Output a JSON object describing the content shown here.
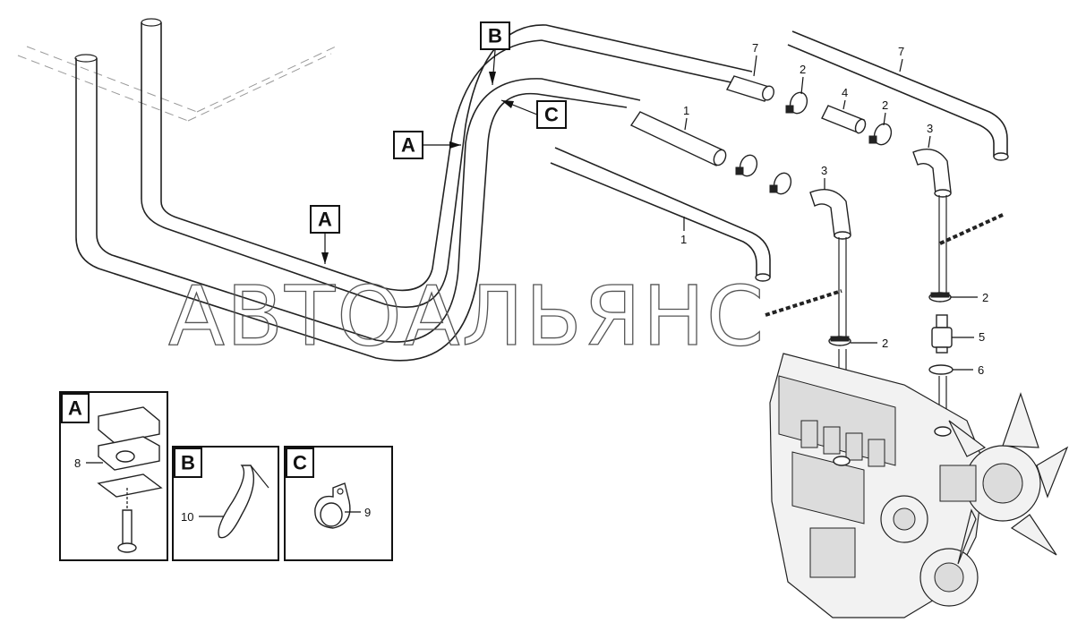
{
  "watermark": "АВТОАЛЬЯНС",
  "callouts": {
    "A": "A",
    "B": "B",
    "C": "C"
  },
  "labels": {
    "p1": "1",
    "p2": "2",
    "p3": "3",
    "p4": "4",
    "p5": "5",
    "p6": "6",
    "p7": "7",
    "p8": "8",
    "p9": "9",
    "p10": "10"
  },
  "detail_panels": {
    "A": "A",
    "B": "B",
    "C": "C"
  }
}
